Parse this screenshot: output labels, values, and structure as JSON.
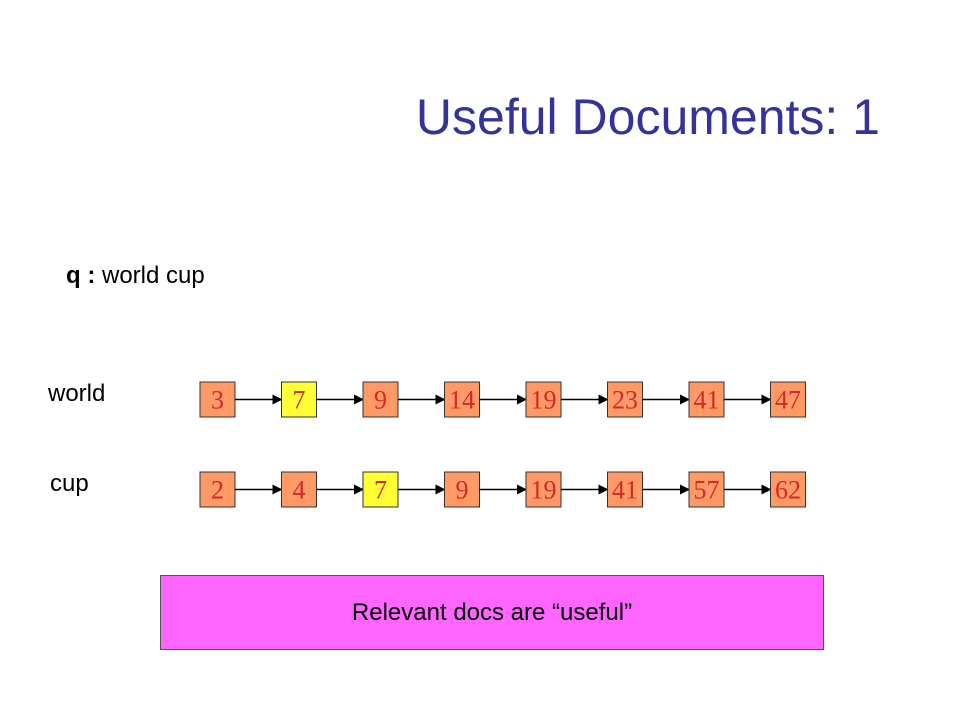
{
  "title": "Useful Documents: 1",
  "query": {
    "label": "q :",
    "text": "world cup"
  },
  "colors": {
    "title": "#333399",
    "box_default": "#ff9966",
    "box_highlight": "#ffff33",
    "box_text": "#d12a2a",
    "note_bg": "#ff66ff"
  },
  "lists": [
    {
      "term": "world",
      "postings": [
        {
          "doc": "3",
          "highlight": false
        },
        {
          "doc": "7",
          "highlight": true
        },
        {
          "doc": "9",
          "highlight": false
        },
        {
          "doc": "14",
          "highlight": false
        },
        {
          "doc": "19",
          "highlight": false
        },
        {
          "doc": "23",
          "highlight": false
        },
        {
          "doc": "41",
          "highlight": false
        },
        {
          "doc": "47",
          "highlight": false
        }
      ]
    },
    {
      "term": "cup",
      "postings": [
        {
          "doc": "2",
          "highlight": false
        },
        {
          "doc": "4",
          "highlight": false
        },
        {
          "doc": "7",
          "highlight": true
        },
        {
          "doc": "9",
          "highlight": false
        },
        {
          "doc": "19",
          "highlight": false
        },
        {
          "doc": "41",
          "highlight": false
        },
        {
          "doc": "57",
          "highlight": false
        },
        {
          "doc": "62",
          "highlight": false
        }
      ]
    }
  ],
  "note": "Relevant docs are “useful”"
}
